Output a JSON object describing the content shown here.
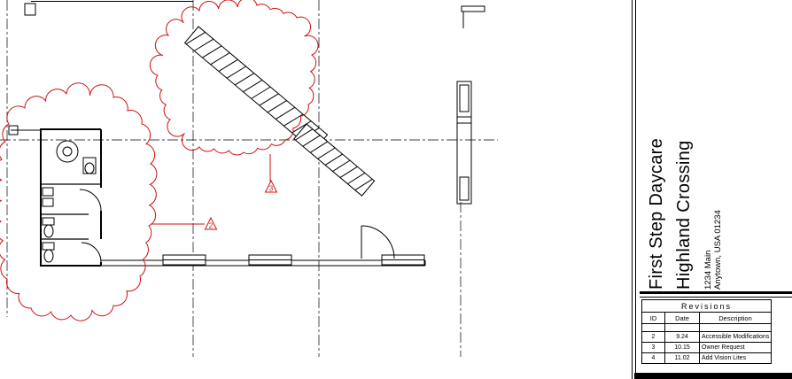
{
  "colors": {
    "revision_red": "#cc1111",
    "line_black": "#000000"
  },
  "title_block": {
    "project_line1": "First Step Daycare",
    "project_line2": "Highland Crossing",
    "address_line1": "1234 Main",
    "address_line2": "Anytown, USA 01234"
  },
  "revisions": {
    "title": "Revisions",
    "headers": [
      "ID",
      "Date",
      "Description"
    ],
    "rows": [
      {
        "id": "2",
        "date": "9.24",
        "description": "Accessible Modifications"
      },
      {
        "id": "3",
        "date": "10.15",
        "description": "Owner Request"
      },
      {
        "id": "4",
        "date": "11.02",
        "description": "Add Vision Lites"
      }
    ]
  },
  "drawing": {
    "revision_tags": [
      {
        "label": "3"
      },
      {
        "label": "2"
      }
    ]
  }
}
